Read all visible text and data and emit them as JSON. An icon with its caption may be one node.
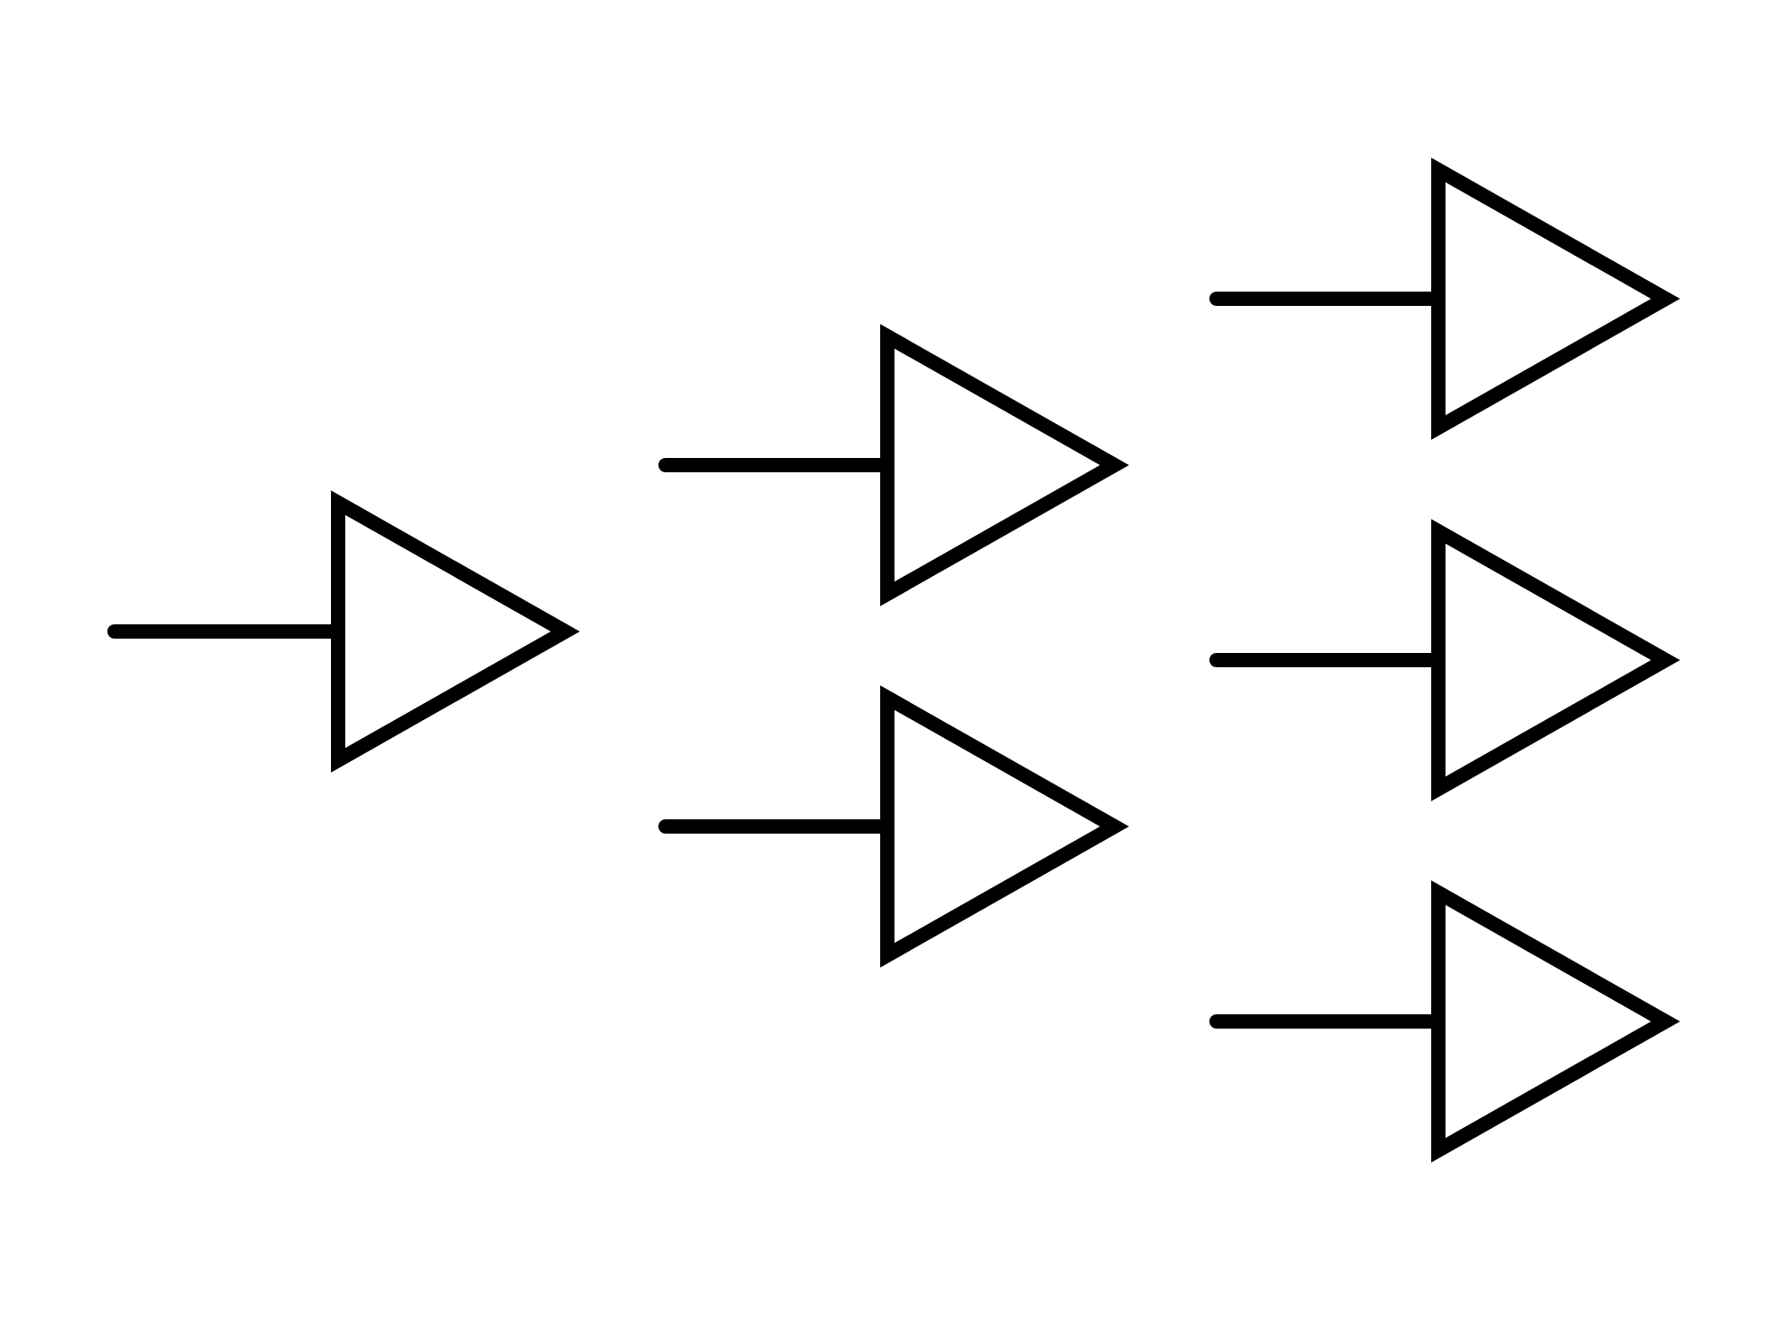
{
  "diagram": {
    "nodes": [
      {
        "text": [],
        "shape": "triangle"
      },
      {
        "text": [],
        "shape": "triangle"
      },
      {
        "text": [],
        "shape": "triangle"
      },
      {
        "text": [],
        "shape": "triangle"
      },
      {
        "text": [],
        "shape": "triangle"
      },
      {
        "text": [],
        "shape": "triangle"
      }
    ],
    "edges": [
      {
        "from": null,
        "to": 0,
        "arrow": "none"
      },
      {
        "from": null,
        "to": 1,
        "arrow": "none"
      },
      {
        "from": null,
        "to": 2,
        "arrow": "none"
      },
      {
        "from": null,
        "to": 3,
        "arrow": "none"
      },
      {
        "from": null,
        "to": 4,
        "arrow": "none"
      },
      {
        "from": null,
        "to": 5,
        "arrow": "none"
      }
    ]
  }
}
